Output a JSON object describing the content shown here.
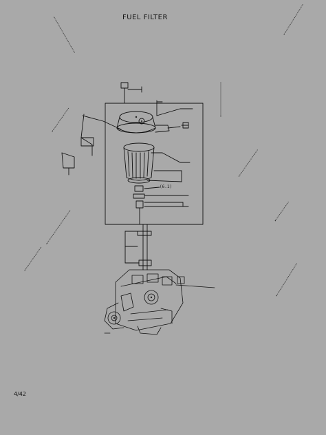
{
  "title": "FUEL FILTER",
  "page_number": "4/42",
  "part_code_label": "(6.1)",
  "callout_labels": [
    "(6.1)"
  ],
  "colors": {
    "background": "#a9a9a9",
    "ink": "#1a1a1a"
  }
}
